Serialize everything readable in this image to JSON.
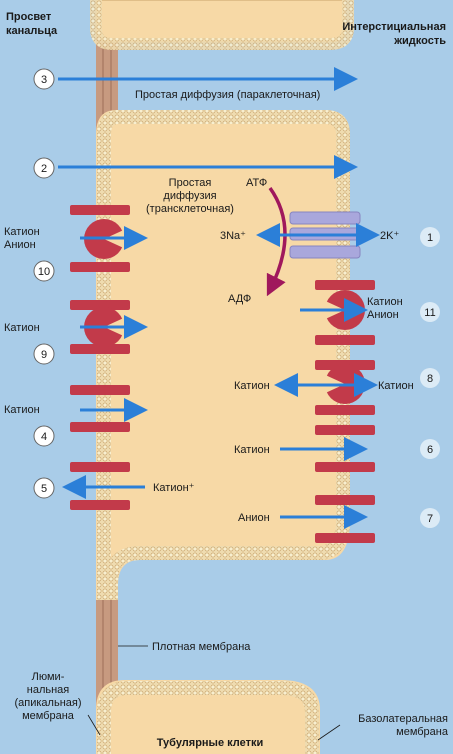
{
  "headers": {
    "lumen": [
      "Просвет",
      "канальца"
    ],
    "interstitial": [
      "Интерстициальная",
      "жидкость"
    ]
  },
  "labels": {
    "para": "Простая диффузия (паракleточная)",
    "trans": [
      "Простая",
      "диффузия",
      "(трансклеточная)"
    ],
    "atp": "АТФ",
    "adp": "АДФ",
    "na": "3Na⁺",
    "k": "2K⁺",
    "cation": "Катион",
    "anion": "Анион",
    "cation_plus": "Катион⁺",
    "tight": "Плотная мембрана",
    "luminal": [
      "Люми-",
      "нальная",
      "(апикальная)",
      "мембрана"
    ],
    "basolateral": [
      "Базолатеральная",
      "мембрана"
    ],
    "tubular": "Тубулярные клетки"
  },
  "numbers": [
    "3",
    "2",
    "10",
    "9",
    "4",
    "5",
    "1",
    "11",
    "8",
    "6",
    "7"
  ],
  "colors": {
    "background": "#a9cce8",
    "cell": "#f7d9a6",
    "membrane_head": "#f3e6b8",
    "arrow": "#2b7fd8",
    "transporter": "#c23a4a",
    "pump": "#a9a7dc",
    "atp_arrow": "#a0185c"
  }
}
